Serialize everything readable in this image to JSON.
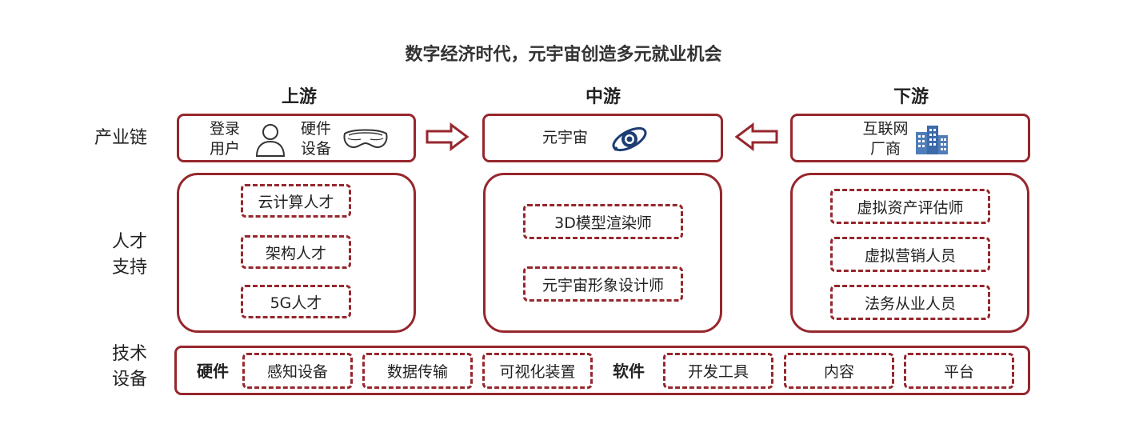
{
  "title": "数字经济时代，元宇宙创造多元就业机会",
  "columns": {
    "upstream": "上游",
    "midstream": "中游",
    "downstream": "下游"
  },
  "rows": {
    "industry_chain": "产业链",
    "talent_support": [
      "人才",
      "支持"
    ],
    "tech_equipment": [
      "技术",
      "设备"
    ]
  },
  "industry_chain": {
    "upstream": {
      "item1": [
        "登录",
        "用户"
      ],
      "item1_icon": "user-icon",
      "item2": [
        "硬件",
        "设备"
      ],
      "item2_icon": "vr-headset-icon"
    },
    "midstream": {
      "label": "元宇宙",
      "icon": "planet-icon"
    },
    "downstream": {
      "label": [
        "互联网",
        "厂商"
      ],
      "icon": "buildings-icon"
    }
  },
  "talent": {
    "upstream": [
      "云计算人才",
      "架构人才",
      "5G人才"
    ],
    "midstream": [
      "3D模型渲染师",
      "元宇宙形象设计师"
    ],
    "downstream": [
      "虚拟资产评估师",
      "虚拟营销人员",
      "法务从业人员"
    ]
  },
  "tech": {
    "hardware_label": "硬件",
    "hardware": [
      "感知设备",
      "数据传输",
      "可视化装置"
    ],
    "software_label": "软件",
    "software": [
      "开发工具",
      "内容",
      "平台"
    ]
  },
  "colors": {
    "accent": "#96272d",
    "text": "#222222"
  }
}
